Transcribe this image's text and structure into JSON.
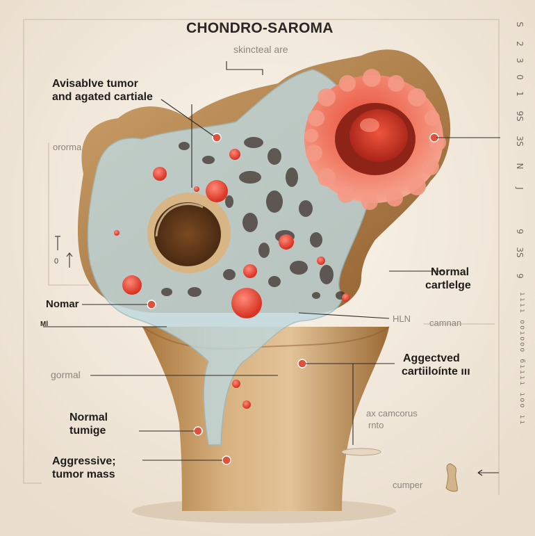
{
  "title": "CHONDRO-SAROMA",
  "labels": {
    "skincteal": "skincteal are",
    "avisable_line1": "Avisablve tumor",
    "avisable_line2": "and agated cartiale",
    "ororma": "ororma",
    "small_zero": "0",
    "nomar": "Nomar",
    "mark_ml": "Ml",
    "gormal": "gormal",
    "normal_tumige_line1": "Normal",
    "normal_tumige_line2": "tumige",
    "aggressive_line1": "Aggressive;",
    "aggressive_line2": "tumor mass",
    "normal_cartilage_line1": "Normal",
    "normal_cartilage_line2": "cartlelge",
    "hln": "HLN",
    "camnan": "camnan",
    "aggectved_line1": "Aggectved",
    "aggectved_line2": "cartiiloínte ııı",
    "ax_cancorous_line1": "ax camcorus",
    "ax_cancorous_line2": "rnto",
    "cumper": "cumper"
  },
  "right_scale": [
    "S",
    "2",
    "3",
    "0",
    "1",
    "9S",
    "3S",
    "N",
    "J",
    "9",
    "3S",
    "9"
  ],
  "right_vertical_text": "ıııı ooıooo 6ıııı ıoo ıı"
}
